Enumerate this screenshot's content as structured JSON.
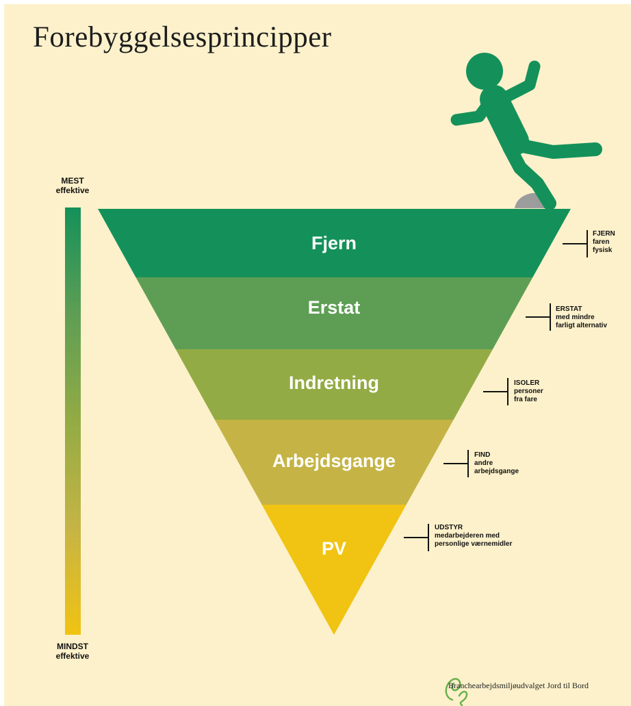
{
  "title": "Forebyggelsesprincipper",
  "scale": {
    "top_line1": "MEST",
    "top_line2": "effektive",
    "bottom_line1": "MINDST",
    "bottom_line2": "effektive"
  },
  "levels": [
    {
      "label": "Fjern",
      "color": "#14915a",
      "note": [
        "FJERN",
        "faren",
        "fysisk"
      ]
    },
    {
      "label": "Erstat",
      "color": "#5e9e54",
      "note": [
        "ERSTAT",
        "med mindre",
        "farligt alternativ"
      ]
    },
    {
      "label": "Indretning",
      "color": "#93ab44",
      "note": [
        "ISOLER",
        "personer",
        "fra fare"
      ]
    },
    {
      "label": "Arbejdsgange",
      "color": "#c5b445",
      "note": [
        "FIND",
        "andre",
        "arbejdsgange"
      ]
    },
    {
      "label": "PV",
      "color": "#f1c312",
      "note": [
        "UDSTYR",
        "medarbejderen med",
        "personlige værnemidler"
      ]
    }
  ],
  "footer": "Branchearbejdsmiljøudvalget Jord til Bord",
  "colors": {
    "background": "#fcf1cb",
    "figure": "#14915a",
    "rock": "#9c9c9c",
    "logo": "#6ab04c"
  }
}
